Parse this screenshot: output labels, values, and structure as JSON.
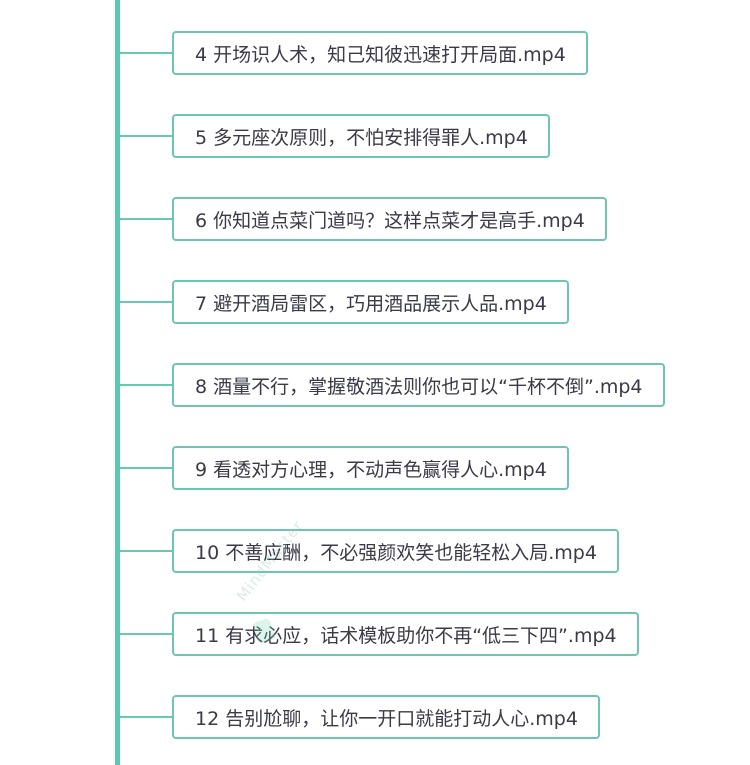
{
  "mindmap": {
    "nodes": [
      {
        "label": "4 开场识人术，知己知彼迅速打开局面.mp4"
      },
      {
        "label": "5 多元座次原则，不怕安排得罪人.mp4"
      },
      {
        "label": "6 你知道点菜门道吗？这样点菜才是高手.mp4"
      },
      {
        "label": "7 避开酒局雷区，巧用酒品展示人品.mp4"
      },
      {
        "label": "8 酒量不行，掌握敬酒法则你也可以“千杯不倒”.mp4"
      },
      {
        "label": "9 看透对方心理，不动声色赢得人心.mp4"
      },
      {
        "label": "10 不善应酬，不必强颜欢笑也能轻松入局.mp4"
      },
      {
        "label": "11 有求必应，话术模板助你不再“低三下四”.mp4"
      },
      {
        "label": "12 告别尬聊，让你一开口就能打动人心.mp4"
      }
    ]
  },
  "watermark": "MindMaster",
  "colors": {
    "line": "#5cc8b2",
    "border": "#6fc5b1",
    "text": "#3a3a48"
  }
}
